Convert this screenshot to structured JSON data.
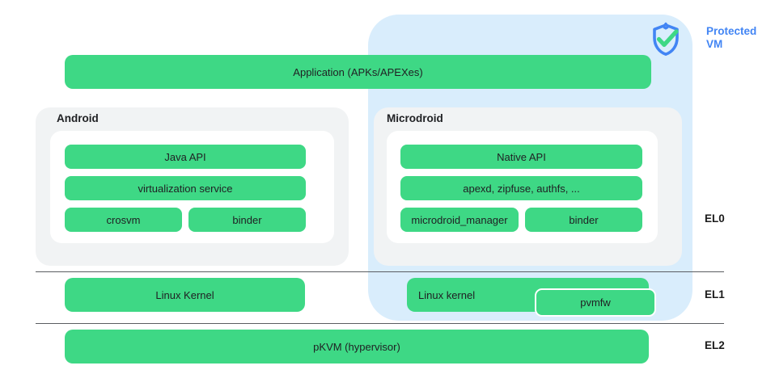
{
  "colors": {
    "green": "#3ED885",
    "panel_gray": "#F1F3F4",
    "protected_vm_bg": "#D9EDFC",
    "blue": "#4285F4",
    "divider": "#5A5D61",
    "text_dark": "#202124"
  },
  "protected_vm": {
    "label": "Protected VM",
    "icon": "shield-check-icon"
  },
  "application": {
    "label": "Application (APKs/APEXes)"
  },
  "android": {
    "title": "Android",
    "boxes": {
      "java_api": "Java API",
      "virtualization_service": "virtualization service",
      "crosvm": "crosvm",
      "binder": "binder"
    }
  },
  "microdroid": {
    "title": "Microdroid",
    "boxes": {
      "native_api": "Native API",
      "apexd": "apexd, zipfuse, authfs, ...",
      "microdroid_manager": "microdroid_manager",
      "binder": "binder"
    }
  },
  "el1_row": {
    "android_kernel": "Linux Kernel",
    "microdroid_kernel": "Linux kernel",
    "pvmfw": "pvmfw"
  },
  "el2_row": {
    "pkvm": "pKVM (hypervisor)"
  },
  "exception_levels": [
    "EL0",
    "EL1",
    "EL2"
  ]
}
